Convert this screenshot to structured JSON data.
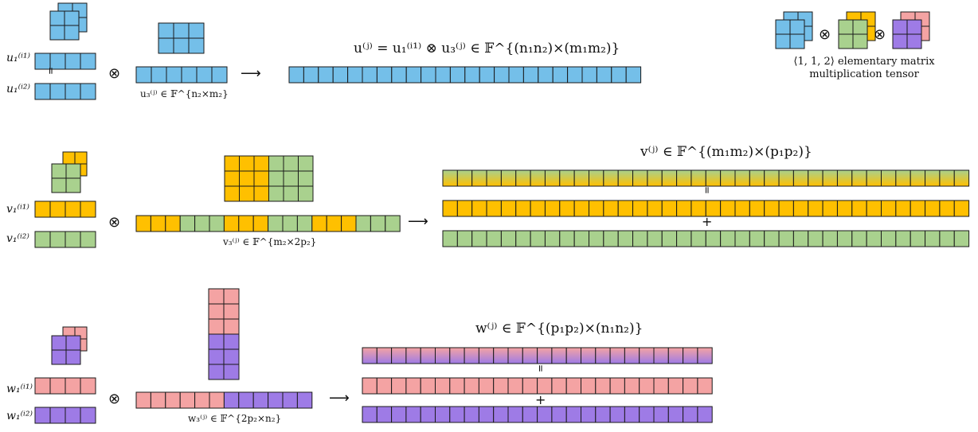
{
  "colors": {
    "u": "#74bfe9",
    "v_yellow": "#ffc000",
    "v_green": "#a9d18e",
    "w_pink": "#f4a3a3",
    "w_purple": "#9e7be6",
    "stroke": "#1a1a1a"
  },
  "icons": {
    "tensor": "⊗",
    "arrow": "⟶",
    "equals": "=",
    "plus": "+",
    "element_of": "∈"
  },
  "row_u": {
    "label_i1": "u₁⁽ⁱ¹⁾",
    "label_i2": "u₁⁽ⁱ²⁾",
    "factor_label": "u₃⁽ʲ⁾ ∈ 𝔽^{n₂×m₂}",
    "result_label": "u⁽ʲ⁾ = u₁⁽ⁱ¹⁾ ⊗ u₃⁽ʲ⁾ ∈ 𝔽^{(n₁n₂)×(m₁m₂)}"
  },
  "row_v": {
    "label_i1": "v₁⁽ⁱ¹⁾",
    "label_i2": "v₁⁽ⁱ²⁾",
    "factor_label": "v₃⁽ʲ⁾ ∈ 𝔽^{m₂×2p₂}",
    "result_label": "v⁽ʲ⁾ ∈ 𝔽^{(m₁m₂)×(p₁p₂)}"
  },
  "row_w": {
    "label_i1": "w₁⁽ⁱ¹⁾",
    "label_i2": "w₁⁽ⁱ²⁾",
    "factor_label": "w₃⁽ʲ⁾ ∈ 𝔽^{2p₂×n₂}",
    "result_label": "w⁽ʲ⁾ ∈ 𝔽^{(p₁p₂)×(n₁n₂)}"
  },
  "legend": {
    "line1": "⟨1, 1, 2⟩ elementary matrix",
    "line2": "multiplication tensor"
  }
}
